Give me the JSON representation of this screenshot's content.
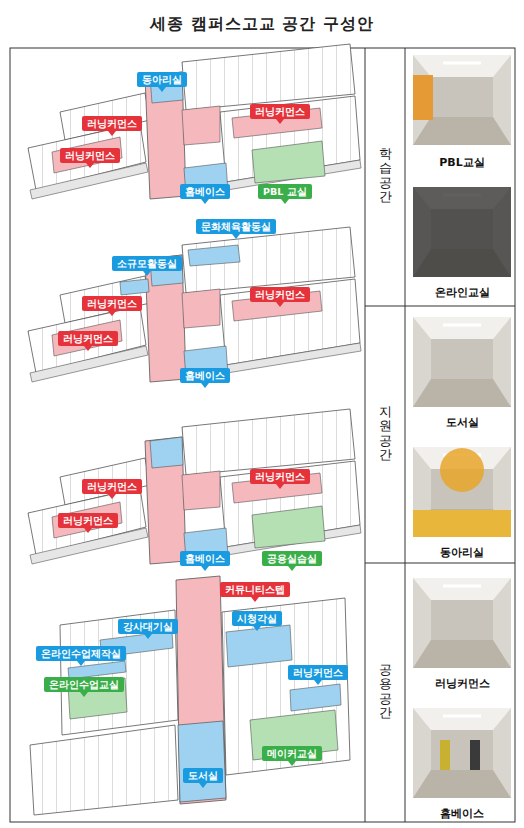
{
  "diagram": {
    "title": "세종 캠퍼스고교 공간 구성안",
    "nodes": [
      {
        "text": [
          "동아리실"
        ]
      },
      {
        "text": [
          "러닝커먼스"
        ]
      },
      {
        "text": [
          "러닝커먼스"
        ]
      },
      {
        "text": [
          "러닝커먼스"
        ]
      },
      {
        "text": [
          "홈베이스"
        ]
      },
      {
        "text": [
          "PBL 교실"
        ]
      },
      {
        "text": [
          "문화체육활동실"
        ]
      },
      {
        "text": [
          "소규모활동실"
        ]
      },
      {
        "text": [
          "러닝커먼스"
        ]
      },
      {
        "text": [
          "러닝커먼스"
        ]
      },
      {
        "text": [
          "러닝커먼스"
        ]
      },
      {
        "text": [
          "홈베이스"
        ]
      },
      {
        "text": [
          "러닝커먼스"
        ]
      },
      {
        "text": [
          "러닝커먼스"
        ]
      },
      {
        "text": [
          "러닝커먼스"
        ]
      },
      {
        "text": [
          "홈베이스"
        ]
      },
      {
        "text": [
          "공용실습실"
        ]
      },
      {
        "text": [
          "커뮤니티스텝"
        ]
      },
      {
        "text": [
          "강사대기실"
        ]
      },
      {
        "text": [
          "시청각실"
        ]
      },
      {
        "text": [
          "온라인수업제작실"
        ]
      },
      {
        "text": [
          "러닝커먼스"
        ]
      },
      {
        "text": [
          "온라인수업교실"
        ]
      },
      {
        "text": [
          "메이커교실"
        ]
      },
      {
        "text": [
          "도서실"
        ]
      }
    ],
    "labels": [
      "학습 공간",
      "지원 공간",
      "공용 공간",
      "PBL교실",
      "온라인교실",
      "도서실",
      "동아리실",
      "러닝커먼스",
      "홈베이스"
    ]
  }
}
